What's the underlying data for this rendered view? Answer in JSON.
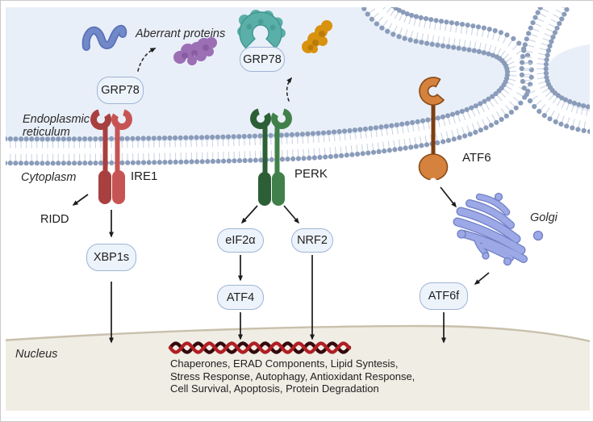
{
  "diagram": {
    "annotations": {
      "aberrant_proteins": "Aberrant proteins",
      "ridd": "RIDD"
    },
    "compartments": {
      "er_line1": "Endoplasmic",
      "er_line2": "reticulum",
      "cytoplasm": "Cytoplasm",
      "nucleus": "Nucleus",
      "golgi": "Golgi"
    },
    "receptors": {
      "ire1": "IRE1",
      "perk": "PERK",
      "atf6": "ATF6"
    },
    "molecules": {
      "grp78_on_ire1": "GRP78",
      "grp78_released": "GRP78",
      "xbp1s": "XBP1s",
      "eif2a": "eIF2α",
      "nrf2": "NRF2",
      "atf4": "ATF4",
      "atf6f": "ATF6f"
    },
    "nucleus_genes": {
      "line1": "Chaperones, ERAD Components, Lipid Syntesis,",
      "line2": "Stress Response, Autophagy, Antioxidant Response,",
      "line3": "Cell Survival, Apoptosis, Protein Degradation"
    },
    "colors": {
      "er_lumen": "#E9EFF8",
      "membrane_dot": "#8A9CBA",
      "membrane_tail": "#CBD5E4",
      "ire1_dark": "#A84040",
      "ire1_light": "#C75454",
      "perk_dark": "#2C5F35",
      "perk_light": "#41804A",
      "atf6_fill": "#D5823E",
      "atf6_stroke": "#8A4A16",
      "grp78_chaperone": "#5BAFA9",
      "aberrant_blue": "#6D84C6",
      "aberrant_purple": "#9C6FB5",
      "aberrant_orange": "#D8920E",
      "golgi_fill": "#9CA9E6",
      "golgi_stroke": "#6F7EC6",
      "nucleus_fill": "#F0EDE4",
      "nucleus_edge": "#C9C0AC",
      "dna_red": "#B01E24",
      "dna_dark": "#34090B",
      "bubble_fill": "#EDF3FB",
      "bubble_border": "#9FB4D4",
      "arrow": "#1b1b1b"
    }
  }
}
